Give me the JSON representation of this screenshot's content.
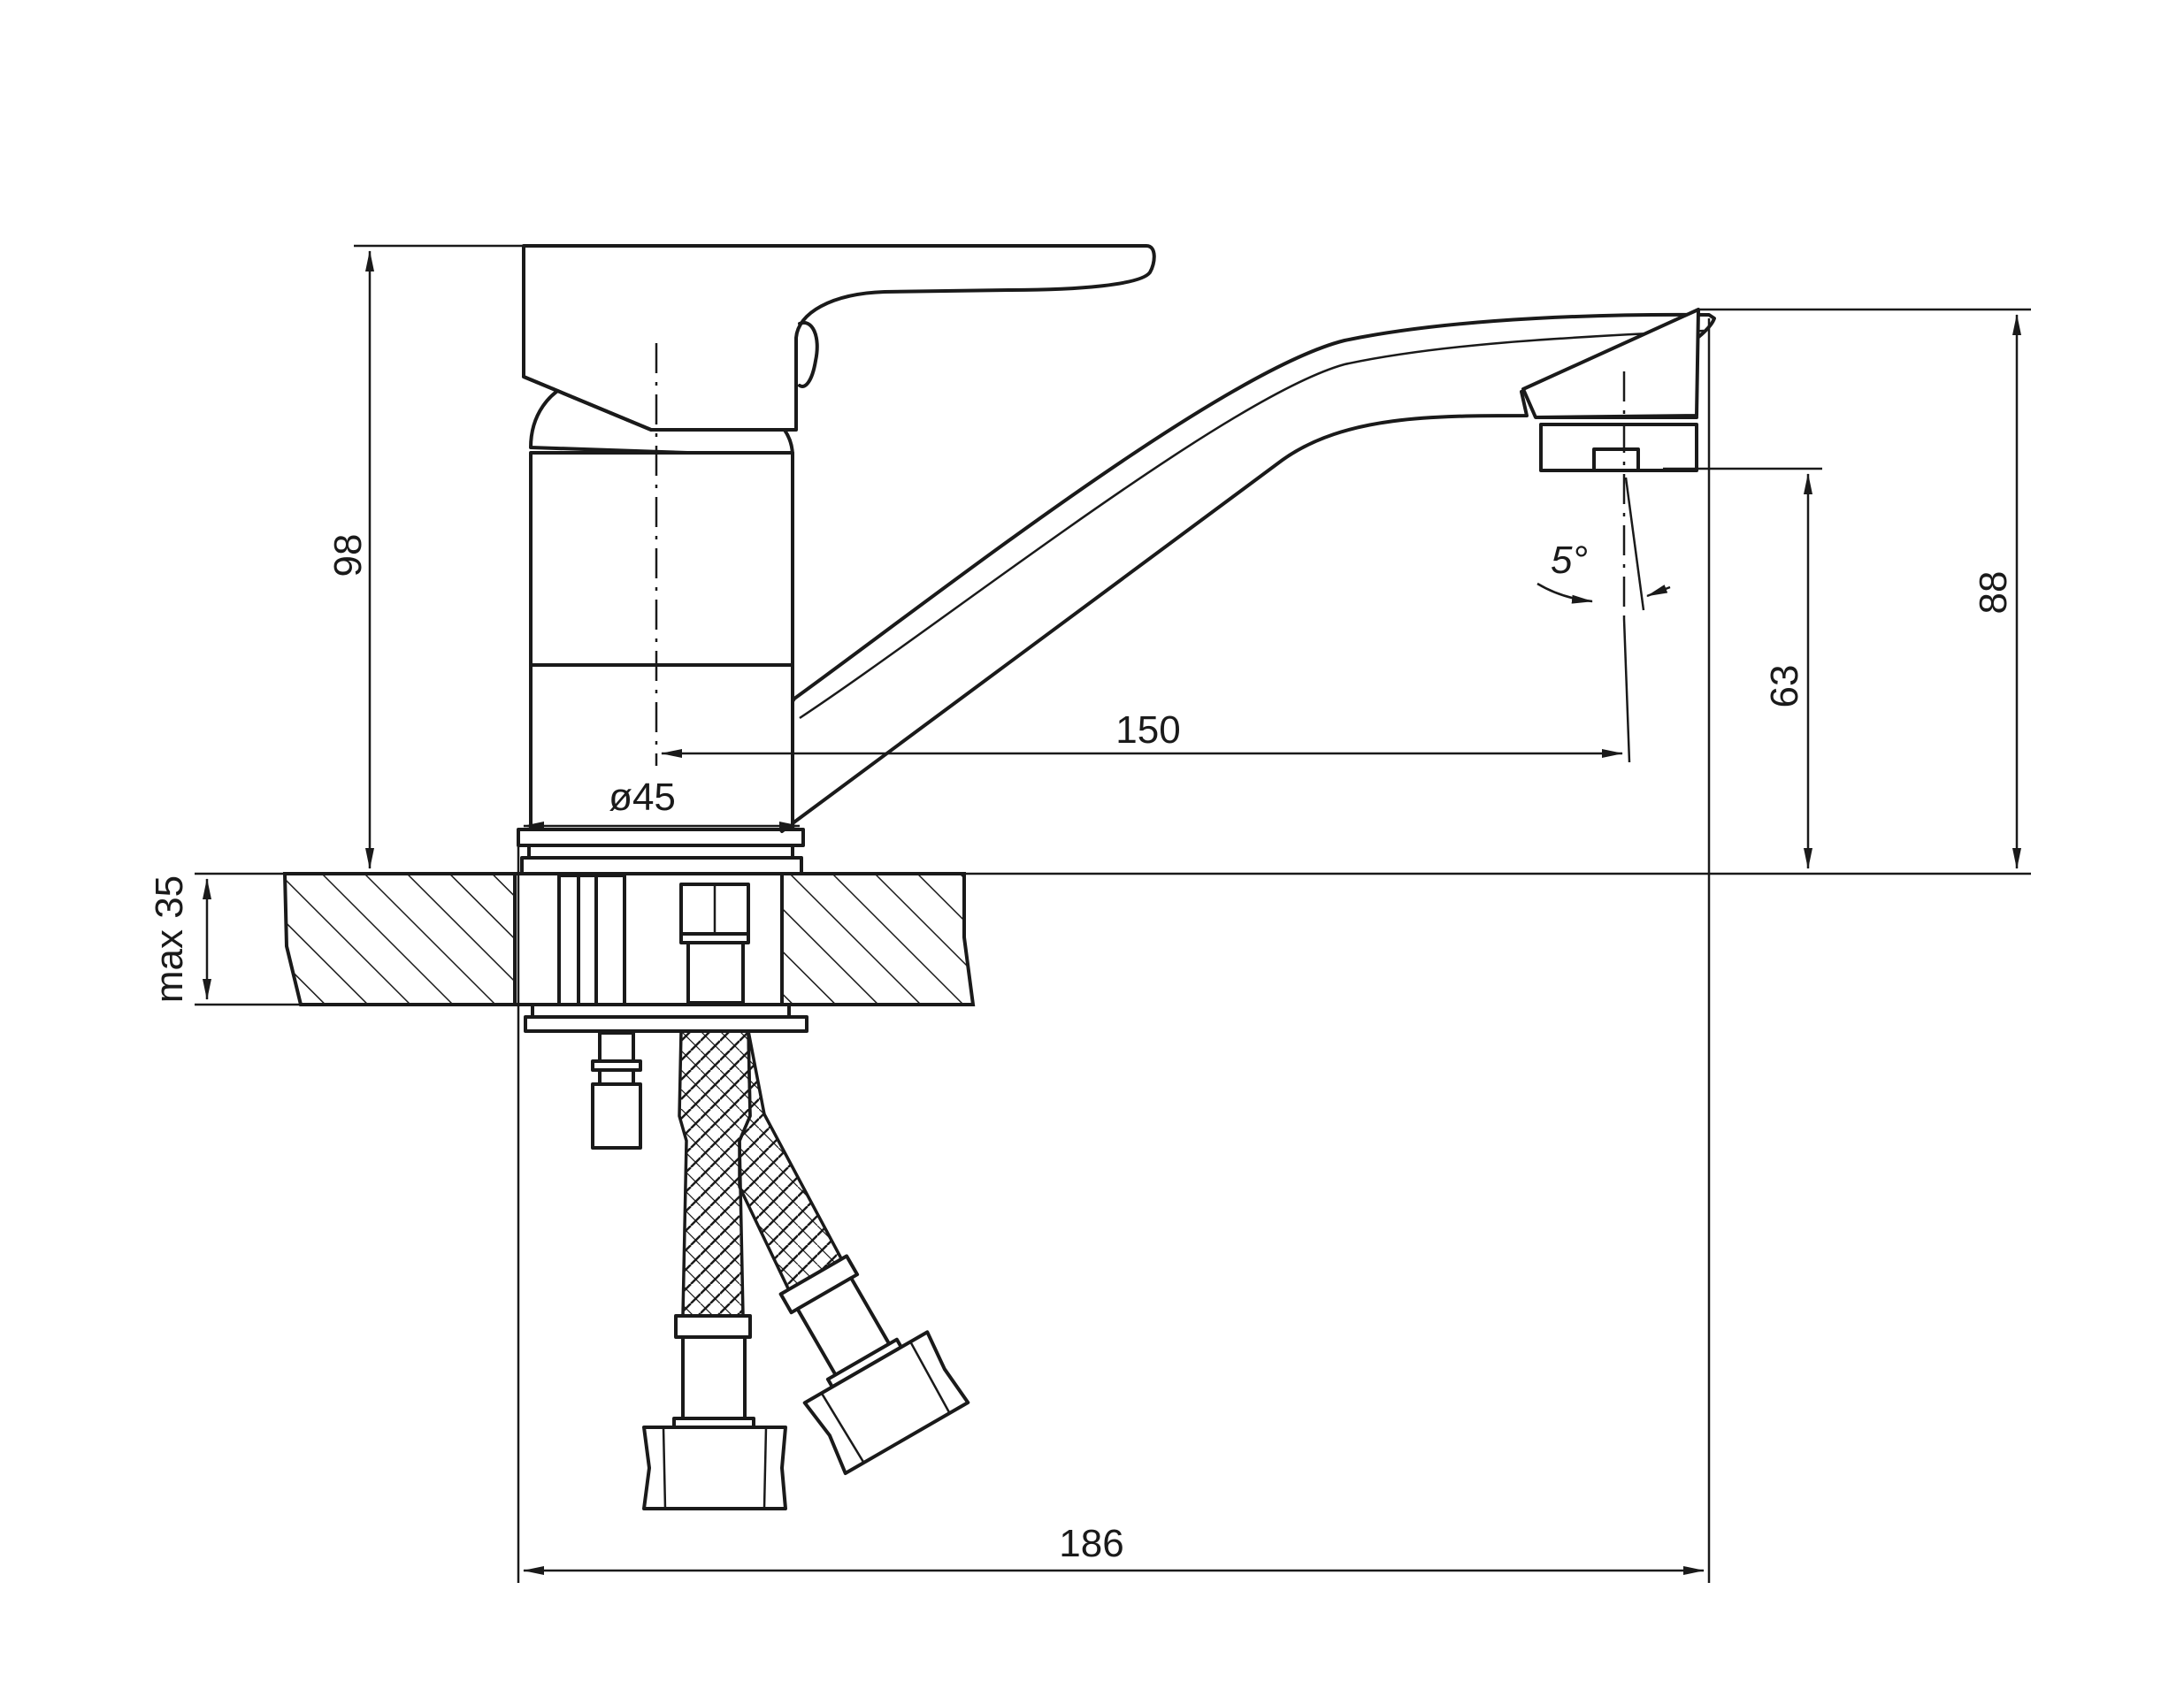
{
  "dimensions": {
    "height_total": "98",
    "spout_height": "88",
    "outlet_height": "63",
    "spout_reach": "150",
    "base_diameter": "ø45",
    "overall_length": "186",
    "counter_thickness": "max 35",
    "outlet_angle": "5°"
  }
}
